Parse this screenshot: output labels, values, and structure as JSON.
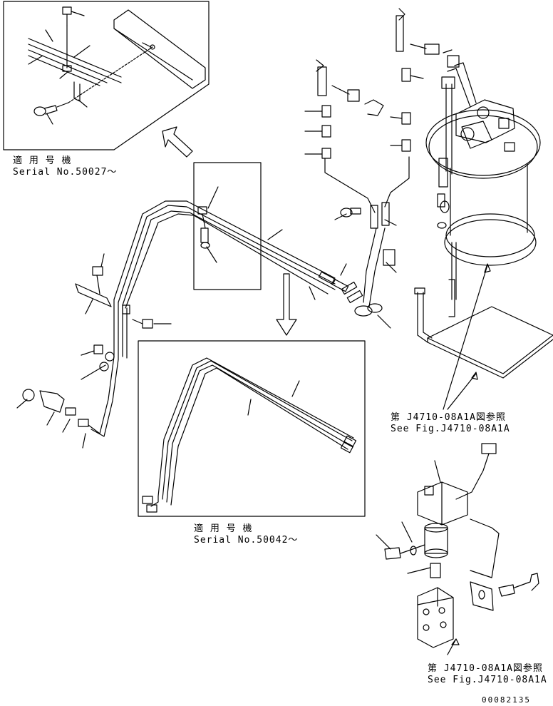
{
  "notes": {
    "inset_top": {
      "jp": "適 用 号 機",
      "serial": "Serial No.50027～"
    },
    "inset_mid": {
      "jp": "適 用 号 機",
      "serial": "Serial No.50042～"
    },
    "ref_right": {
      "jp": "第 J4710-08A1A図参照",
      "en": "See Fig.J4710-08A1A"
    },
    "ref_bottom": {
      "jp": "第 J4710-08A1A図参照",
      "en": "See Fig.J4710-08A1A"
    }
  },
  "drawing_number": "00082135",
  "colors": {
    "line": "#000000",
    "paper": "#ffffff"
  }
}
